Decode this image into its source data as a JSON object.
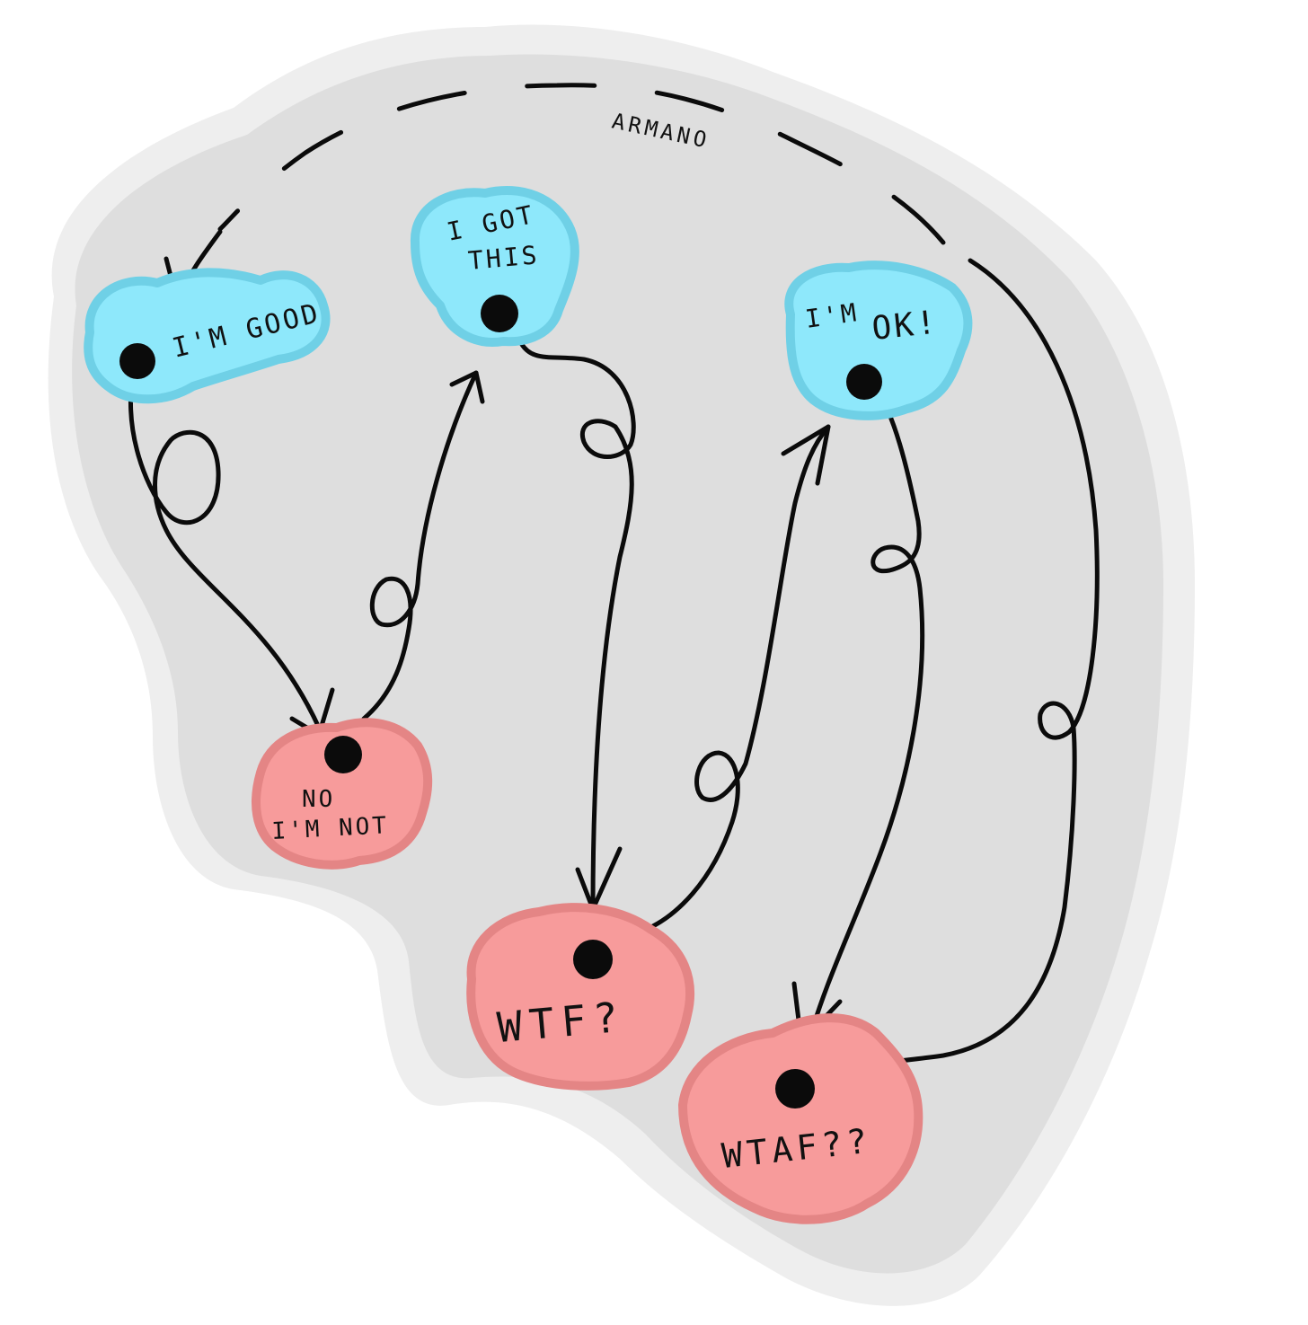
{
  "colors": {
    "background": "#ffffff",
    "halo": "#eeeeee",
    "panel": "#dedede",
    "positive_fill": "#8ee8fb",
    "positive_edge": "#6fd0e6",
    "negative_fill": "#f79b9b",
    "negative_edge": "#e48585",
    "ink": "#0b0b0b"
  },
  "signature": "ARMANO",
  "nodes": [
    {
      "id": "im-good",
      "label_lines": [
        "I'M GOOD"
      ],
      "kind": "positive"
    },
    {
      "id": "i-got-this",
      "label_lines": [
        "I GOT",
        "THIS"
      ],
      "kind": "positive"
    },
    {
      "id": "im-ok",
      "label_lines": [
        "I'M",
        "OK!"
      ],
      "kind": "positive"
    },
    {
      "id": "no-im-not",
      "label_lines": [
        "NO",
        "I'M NOT"
      ],
      "kind": "negative"
    },
    {
      "id": "wtf",
      "label_lines": [
        "WTF?"
      ],
      "kind": "negative"
    },
    {
      "id": "wtaf",
      "label_lines": [
        "WTAF??"
      ],
      "kind": "negative"
    }
  ],
  "edges": [
    {
      "from": "im-good",
      "to": "no-im-not"
    },
    {
      "from": "no-im-not",
      "to": "i-got-this"
    },
    {
      "from": "i-got-this",
      "to": "wtf"
    },
    {
      "from": "wtf",
      "to": "im-ok"
    },
    {
      "from": "im-ok",
      "to": "wtaf"
    },
    {
      "from": "wtaf",
      "to": "im-good",
      "style": "dashed"
    }
  ]
}
